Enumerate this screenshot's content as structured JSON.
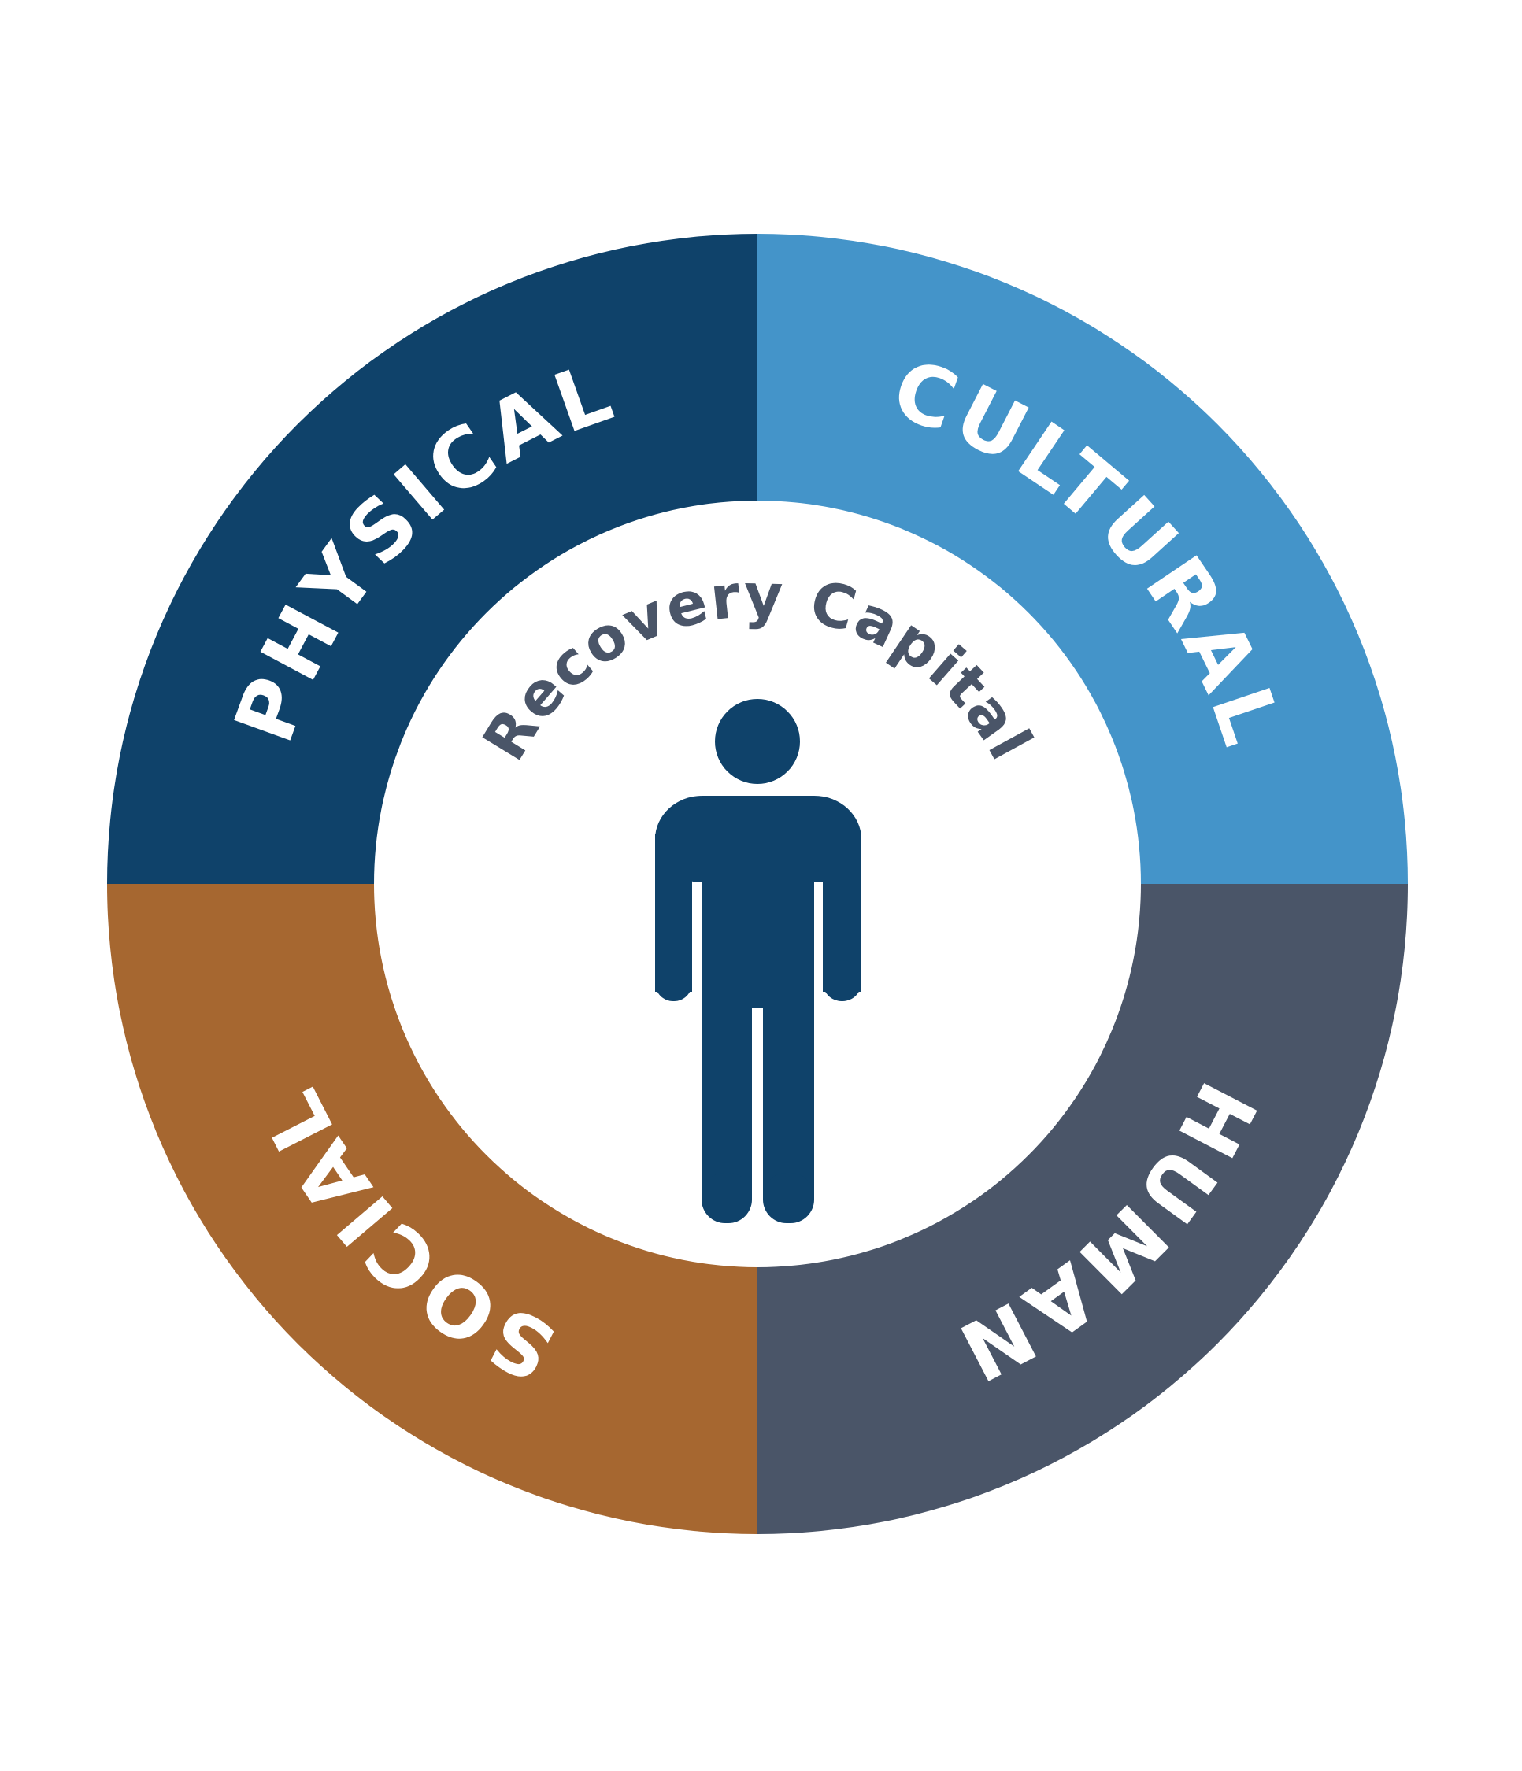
{
  "title": "Recovery Capital",
  "quadrants": [
    {
      "label": "PHYSICAL",
      "color": "#0F426A"
    },
    {
      "label": "CULTURAL",
      "color": "#4494C9"
    },
    {
      "label": "HUMAN",
      "color": "#4A5568"
    },
    {
      "label": "SOCIAL",
      "color": "#A66730"
    }
  ],
  "figure_color": "#0F426A",
  "title_color": "#4A5568",
  "icons": {
    "center": "person-icon"
  }
}
